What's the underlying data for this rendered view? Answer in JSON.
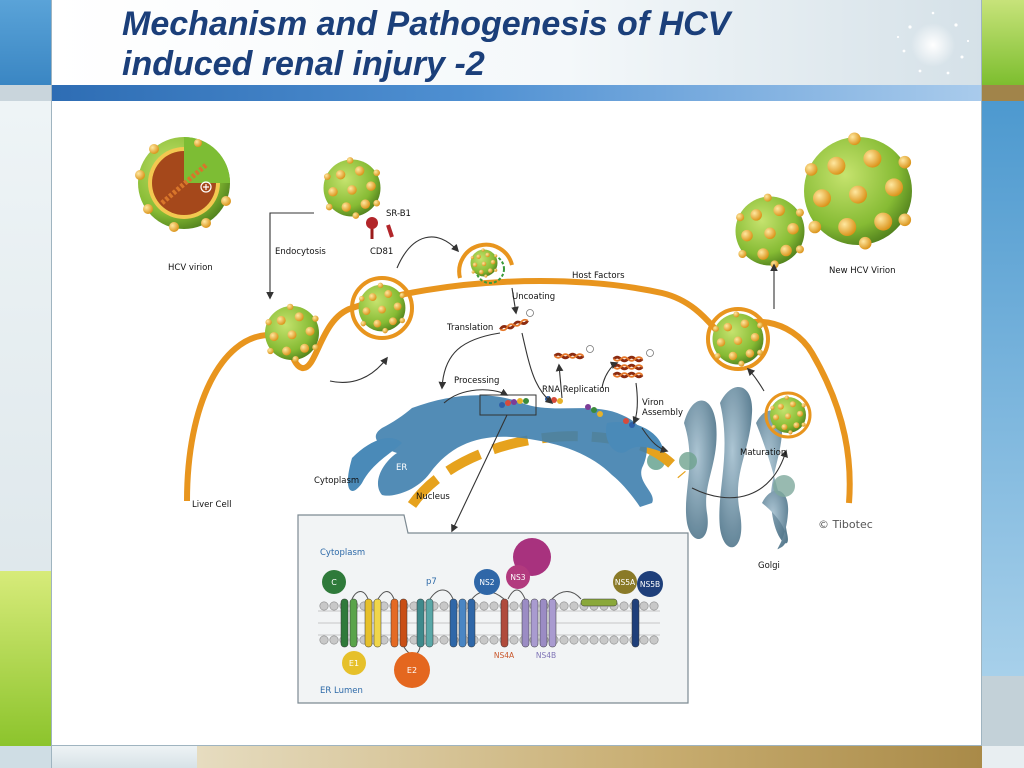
{
  "slide": {
    "title_line1": "Mechanism and Pathogenesis of HCV",
    "title_line2": "induced renal injury -2"
  },
  "colors": {
    "title": "#1b3f7a",
    "accent_blue": "#4b95cf",
    "accent_green": "#78bf2a",
    "cell_membrane": "#e8951e",
    "virion_green": "#8ec63f",
    "er_blue": "#3f7fae",
    "gold_band": "#9d7d3c"
  },
  "diagram": {
    "labels": {
      "hcv_virion": "HCV virion",
      "endocytosis": "Endocytosis",
      "sr_b1": "SR-B1",
      "cd81": "CD81",
      "host_factors": "Host Factors",
      "uncoating": "Uncoating",
      "translation": "Translation",
      "processing": "Processing",
      "rna_replication": "RNA Replication",
      "virion_assembly_1": "Viron",
      "virion_assembly_2": "Assembly",
      "new_hcv_virion": "New HCV Virion",
      "maturation": "Maturation",
      "er": "ER",
      "cytoplasm": "Cytoplasm",
      "nucleus": "Nucleus",
      "liver_cell": "Liver Cell",
      "golgi": "Golgi",
      "copyright": "© Tibotec"
    },
    "inset": {
      "cytoplasm": "Cytoplasm",
      "er_lumen": "ER Lumen",
      "p7": "p7",
      "proteins": {
        "c": "C",
        "e1": "E1",
        "e2": "E2",
        "ns2": "NS2",
        "ns3": "NS3",
        "ns4a": "NS4A",
        "ns4b": "NS4B",
        "ns5a": "NS5A",
        "ns5b": "NS5B"
      }
    }
  }
}
